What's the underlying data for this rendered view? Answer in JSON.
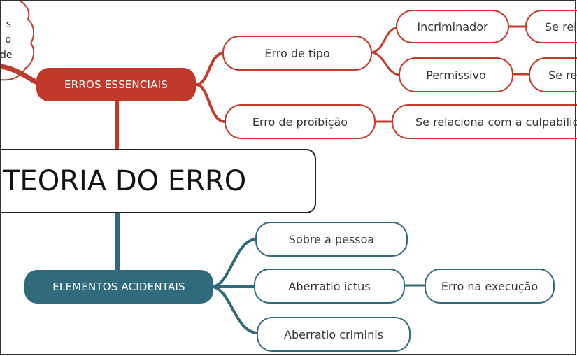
{
  "diagram": {
    "central_topic": "TEORIA DO ERRO",
    "cloud_note_lines": [
      "s",
      "o",
      "de"
    ],
    "branches": [
      {
        "label": "ERROS ESSENCIAIS",
        "color": "#c0392b",
        "children": [
          {
            "label": "Erro de tipo",
            "children": [
              {
                "label": "Incriminador",
                "child": "Se rel"
              },
              {
                "label": "Permissivo",
                "child": "Se re"
              }
            ]
          },
          {
            "label": "Erro de proibição",
            "child": "Se relaciona com a culpabilid"
          }
        ]
      },
      {
        "label": "ELEMENTOS ACIDENTAIS",
        "color": "#2f6b7a",
        "children": [
          {
            "label": "Sobre a pessoa"
          },
          {
            "label": "Aberratio ictus",
            "child": "Erro na execução"
          },
          {
            "label": "Aberratio criminis"
          }
        ]
      }
    ]
  }
}
